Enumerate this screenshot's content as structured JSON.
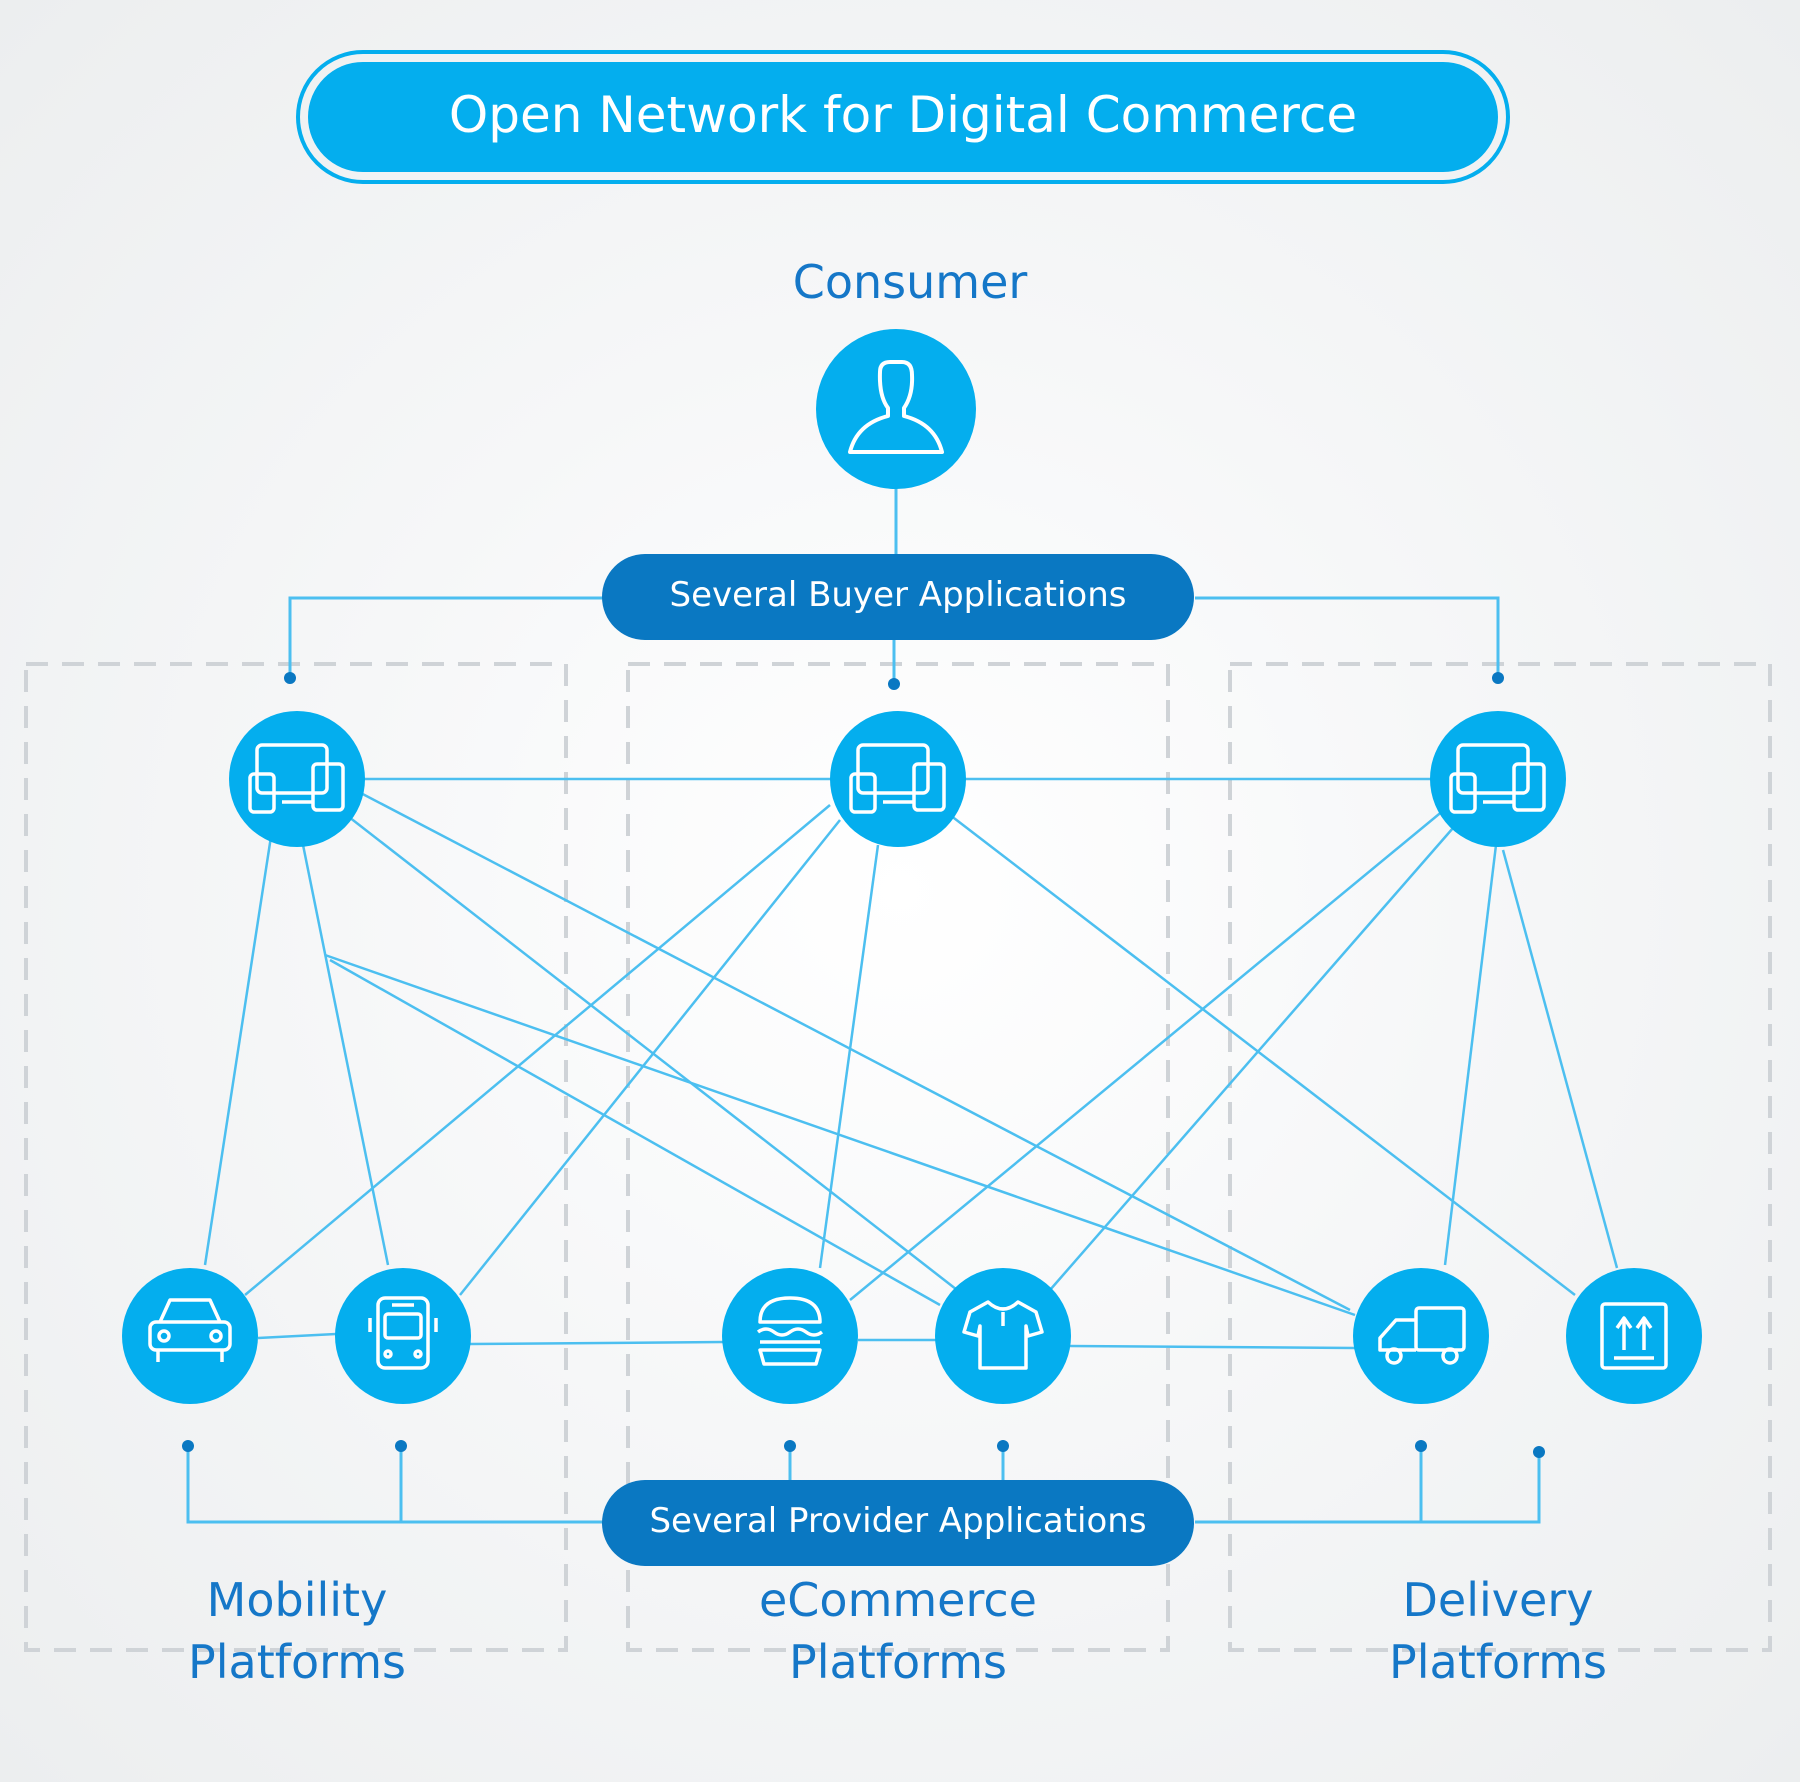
{
  "header": {
    "title": "Open Network for Digital Commerce"
  },
  "consumer": {
    "label": "Consumer",
    "icon": "user-icon"
  },
  "buyer_bar": {
    "label": "Several Buyer Applications"
  },
  "provider_bar": {
    "label": "Several Provider Applications"
  },
  "buyer_nodes": [
    {
      "icon": "devices-icon"
    },
    {
      "icon": "devices-icon"
    },
    {
      "icon": "devices-icon"
    }
  ],
  "provider_nodes": [
    {
      "icon": "car-icon"
    },
    {
      "icon": "bus-icon"
    },
    {
      "icon": "burger-icon"
    },
    {
      "icon": "shirt-icon"
    },
    {
      "icon": "truck-icon"
    },
    {
      "icon": "package-icon"
    }
  ],
  "groups": [
    {
      "line1": "Mobility",
      "line2": "Platforms"
    },
    {
      "line1": "eCommerce",
      "line2": "Platforms"
    },
    {
      "line1": "Delivery",
      "line2": "Platforms"
    }
  ],
  "colors": {
    "node_blue": "#04aeee",
    "dark_blue": "#0a78c2",
    "line_blue": "#4cbff0",
    "label_blue": "#1577c8",
    "dash_gray": "#cfd3d7"
  }
}
